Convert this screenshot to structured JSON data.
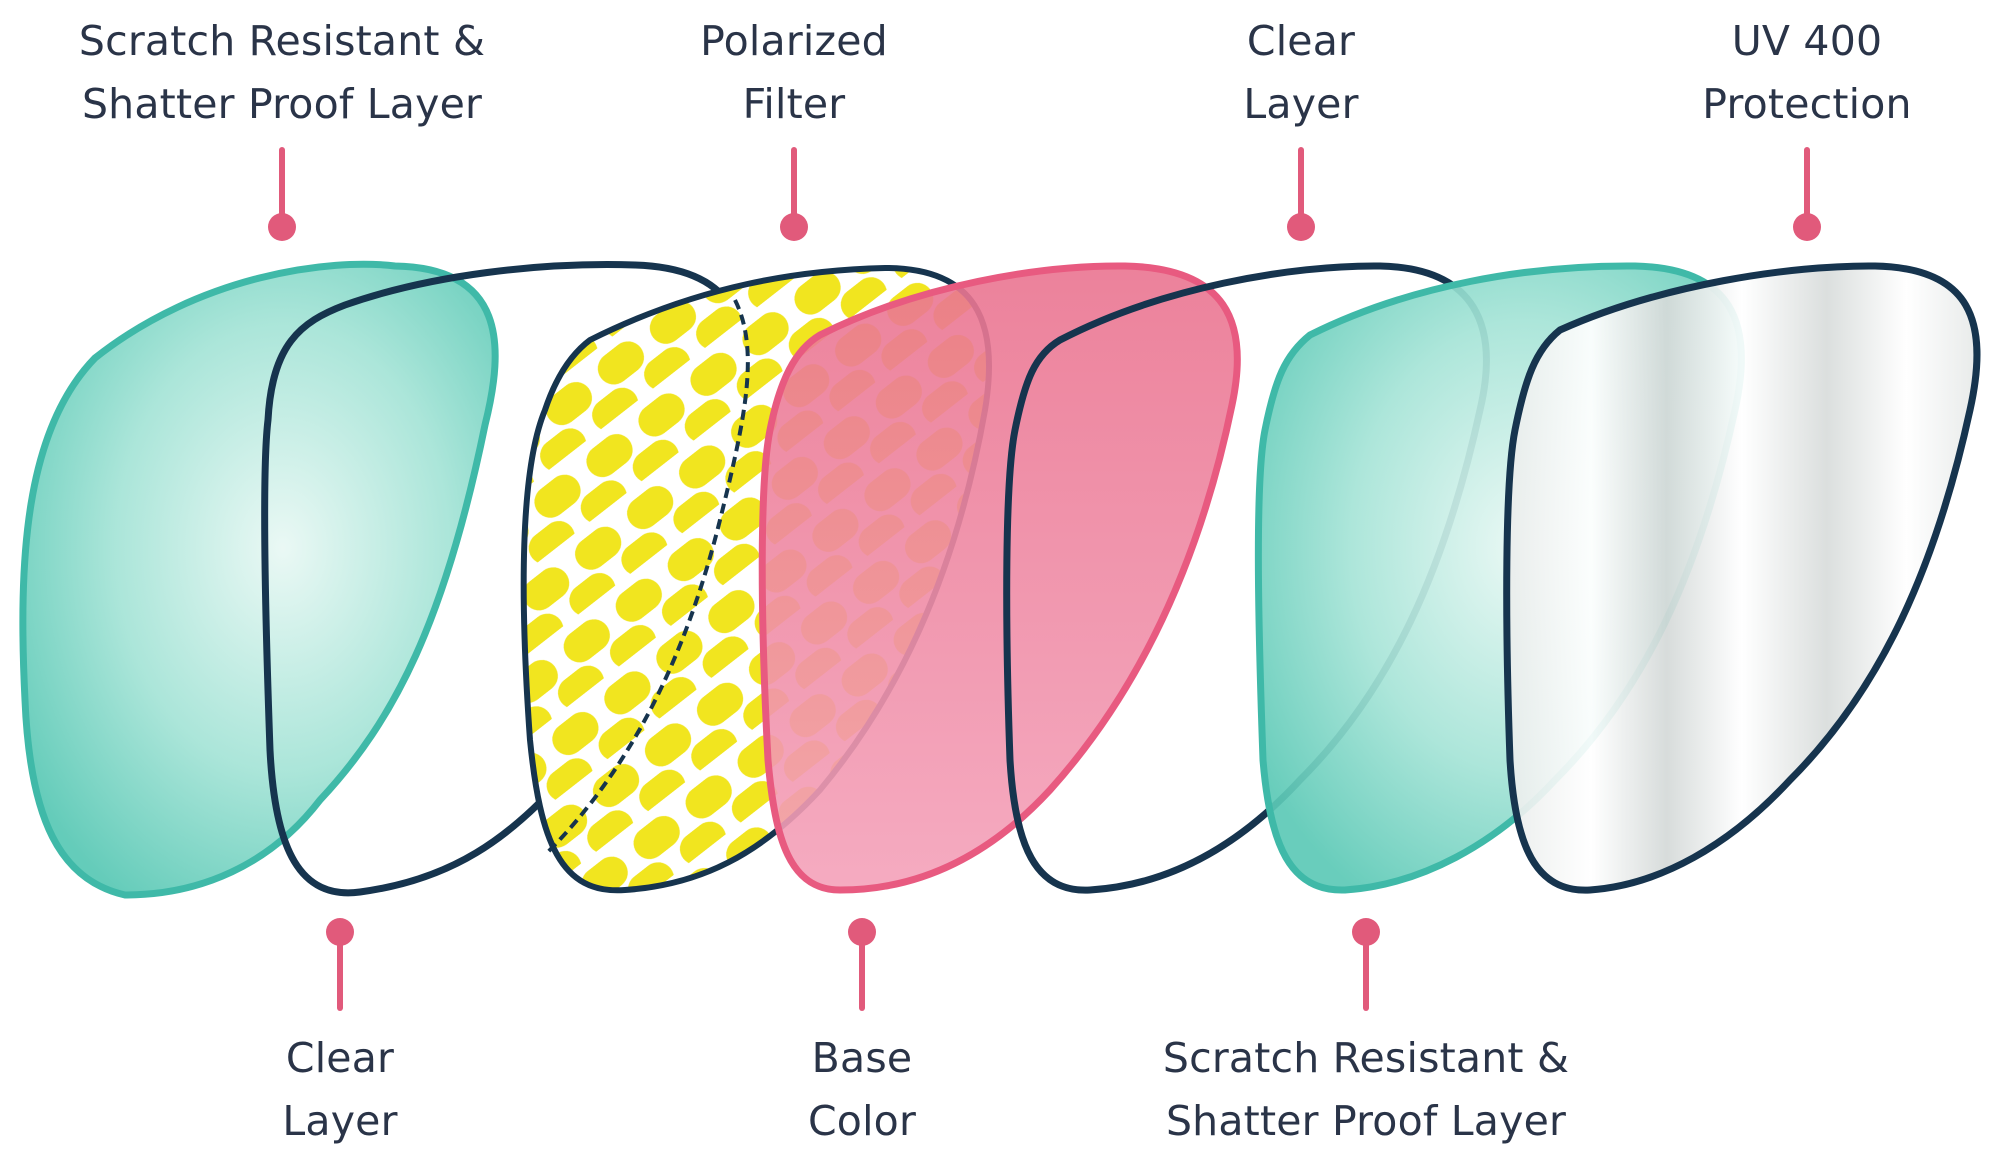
{
  "colors": {
    "teal": "#5fd0bd",
    "teal_stroke": "#3fb9a8",
    "navy": "#16344e",
    "yellow": "#f2e521",
    "pink": "#ea5a80",
    "pink_fill": "#ef87a3",
    "pin": "#e15a7b",
    "text": "#2a3448"
  },
  "labels": {
    "top": [
      {
        "lines": [
          "Scratch Resistant &",
          "Shatter Proof Layer"
        ]
      },
      {
        "lines": [
          "Polarized",
          "Filter"
        ]
      },
      {
        "lines": [
          "Clear",
          "Layer"
        ]
      },
      {
        "lines": [
          "UV 400",
          "Protection"
        ]
      }
    ],
    "bottom": [
      {
        "lines": [
          "Clear",
          "Layer"
        ]
      },
      {
        "lines": [
          "Base",
          "Color"
        ]
      },
      {
        "lines": [
          "Scratch Resistant &",
          "Shatter Proof Layer"
        ]
      }
    ]
  },
  "layers": [
    {
      "name": "scratch-resistant-layer-1",
      "fill": "teal"
    },
    {
      "name": "clear-layer-1",
      "fill": "none"
    },
    {
      "name": "polarized-filter",
      "fill": "yellow-pattern"
    },
    {
      "name": "base-color",
      "fill": "pink"
    },
    {
      "name": "clear-layer-2",
      "fill": "none"
    },
    {
      "name": "scratch-resistant-layer-2",
      "fill": "teal"
    },
    {
      "name": "uv-400-protection",
      "fill": "silver"
    }
  ]
}
